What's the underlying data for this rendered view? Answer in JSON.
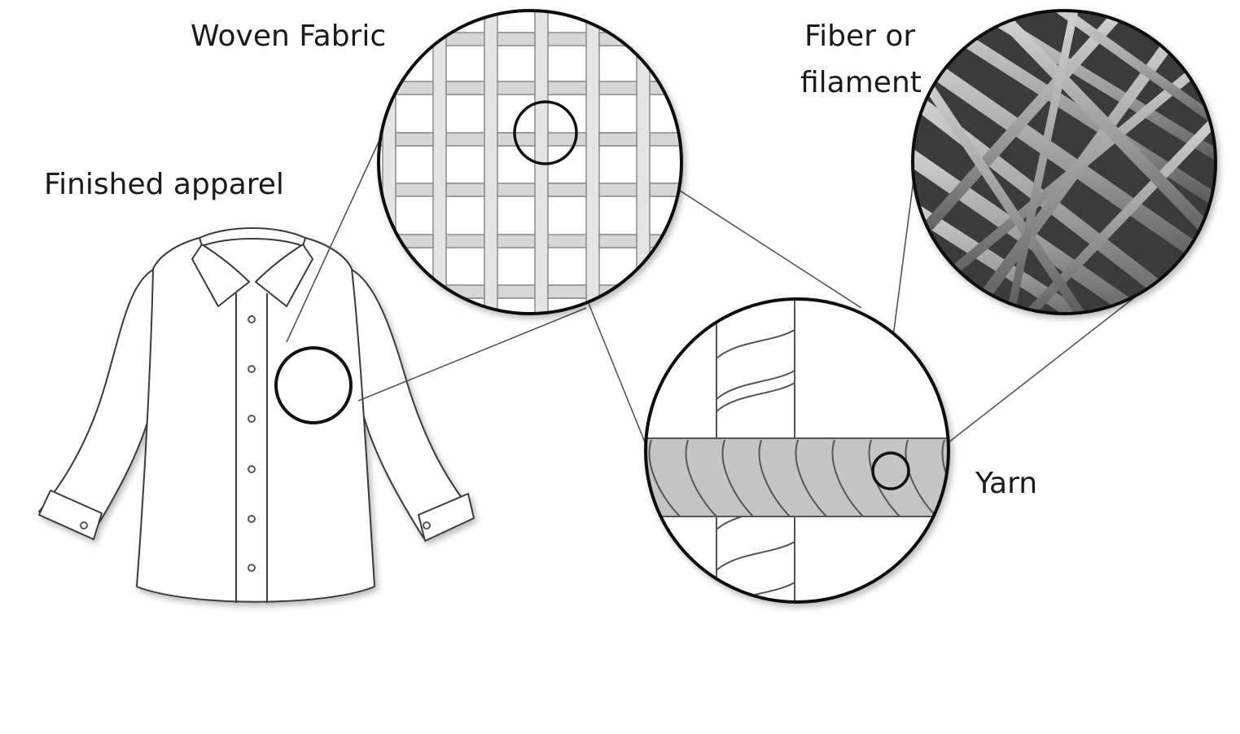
{
  "labels": {
    "finished_apparel": "Finished apparel",
    "woven_fabric": "Woven Fabric",
    "fiber_line1": "Fiber or",
    "fiber_line2": "filament",
    "yarn": "Yarn"
  },
  "colors": {
    "outline": "#111111",
    "thread_fill": "#d4d4d4",
    "yarn_fill": "#c4c4c4",
    "fiber_dark": "#3a3a3a",
    "fiber_light": "#c8c8c8"
  },
  "icons": {
    "shirt": "shirt-illustration",
    "magnifier": "magnifier-circle"
  }
}
